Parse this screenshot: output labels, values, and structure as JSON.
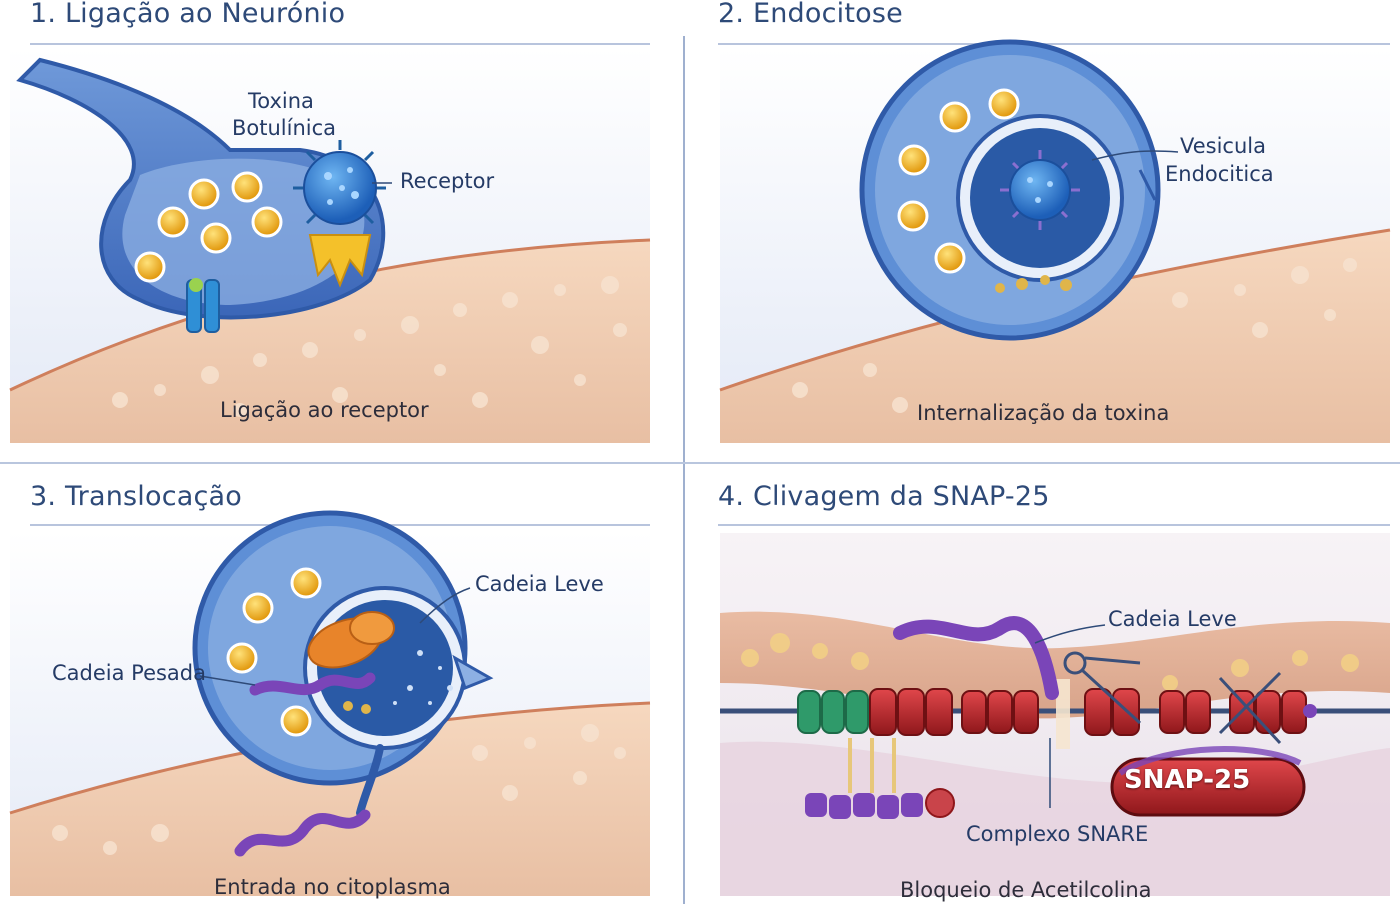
{
  "panels": [
    {
      "title": "1. Ligação ao Neurónio",
      "labels": {
        "toxin_line1": "Toxina",
        "toxin_line2": "Botulínica",
        "receptor": "Receptor"
      },
      "caption": "Ligação ao receptor"
    },
    {
      "title": "2. Endocitose",
      "labels": {
        "vesicle_line1": "Vesicula",
        "vesicle_line2": "Endocitica"
      },
      "caption": "Internalização da toxina"
    },
    {
      "title": "3. Translocação",
      "labels": {
        "light_chain": "Cadeia Leve",
        "heavy_chain": "Cadeia Pesada"
      },
      "caption": "Entrada no citoplasma"
    },
    {
      "title": "4. Clivagem da SNAP-25",
      "labels": {
        "light_chain": "Cadeia Leve",
        "snap25": "SNAP-25",
        "snare": "Complexo SNARE"
      },
      "caption": "Bloqueio de Acetilcolina"
    }
  ],
  "colors": {
    "title": "#2e4a78",
    "neuron_blue": "#3f74c9",
    "membrane": "#f0c9a8",
    "vesicle_yellow": "#f2b51e",
    "toxin_blue": "#2f7fd6",
    "receptor_yellow": "#f4c12a",
    "light_chain_orange": "#e8842a",
    "heavy_chain_purple": "#7a45b8",
    "snap_red": "#b8272c",
    "snare_green": "#2f9a6a"
  }
}
